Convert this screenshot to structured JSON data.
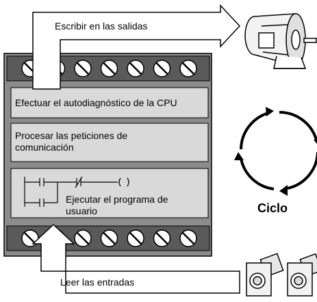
{
  "labels": {
    "write_outputs": "Escribir en las salidas",
    "read_inputs": "Leer las entradas",
    "cycle": "Ciclo"
  },
  "steps": [
    {
      "text": "Efectuar el autodiagnóstico de la CPU"
    },
    {
      "text": "Procesar las peticiones de comunicación"
    },
    {
      "text": "Ejecutar el programa de usuario"
    }
  ],
  "colors": {
    "plc_body": "#8c8c8c",
    "panel": "#d9d9d9",
    "terminal_strip": "#5a5a5a"
  }
}
